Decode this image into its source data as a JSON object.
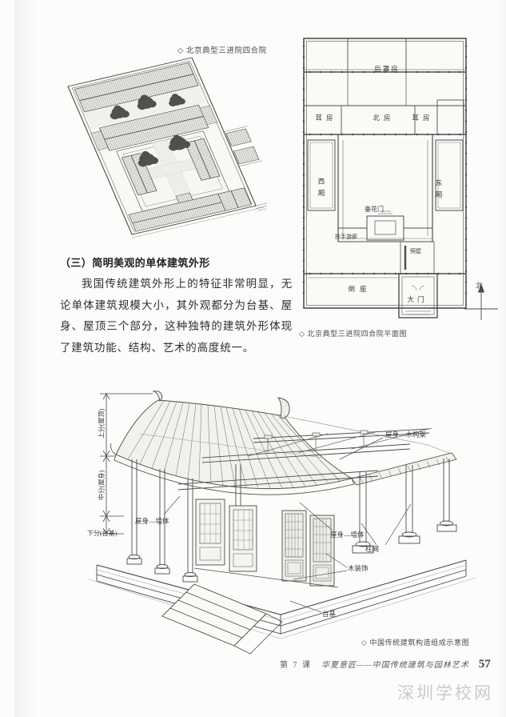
{
  "section": {
    "heading": "（三）简明美观的单体建筑外形",
    "paragraph": "我国传统建筑外形上的特征非常明显，无论单体建筑规模大小，其外观都分为台基、屋身、屋顶三个部分，这种独特的建筑外形体现了建筑功能、结构、艺术的高度统一。"
  },
  "axon_figure": {
    "caption": "◇ 北京典型三进院四合院"
  },
  "plan_figure": {
    "caption": "◇ 北京典型三进院四合院平面图",
    "labels": {
      "rear_hall": "后罩房",
      "ear_room_left": "耳房",
      "north_hall": "北房",
      "ear_room_right": "耳房",
      "west_wing": "西厢",
      "east_wing": "东厢",
      "festoon_gate": "垂花门",
      "corridor": "抄手游廊",
      "screen_wall": "照壁",
      "reversed_hall": "倒座",
      "main_gate": "大门",
      "compass_north": "北"
    }
  },
  "structure_figure": {
    "caption": "◇ 中国传统建筑构造组成示意图",
    "dims": {
      "upper": "上分(屋顶)",
      "middle": "中分(屋身)",
      "lower": "下分(台基)"
    },
    "labels": {
      "wall_left": "屋身—墙体",
      "wood_frame": "屋身—木构架",
      "wall_right": "屋身—墙体",
      "column_grid": "柱网",
      "wood_decor": "木装饰",
      "platform": "台基"
    }
  },
  "footer": {
    "lesson": "第 7 课",
    "title": "华夏意匠——中国传统建筑与园林艺术",
    "page_number": "57"
  },
  "watermark": "深圳学校网"
}
